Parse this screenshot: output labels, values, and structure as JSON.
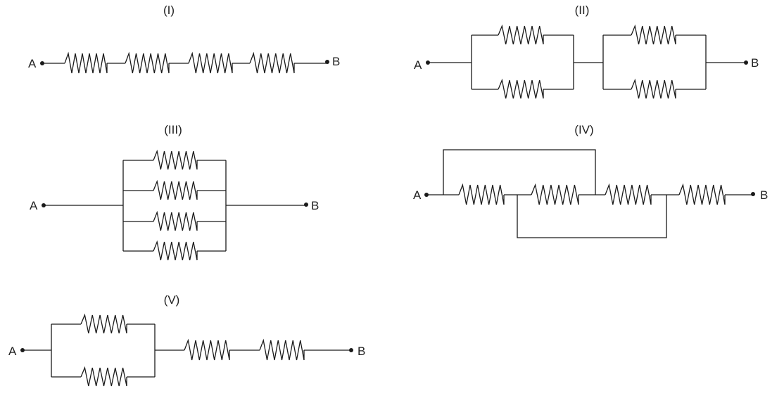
{
  "circuits": [
    {
      "id": "c1",
      "title": "(I)",
      "terminal_a": "A",
      "terminal_b": "B"
    },
    {
      "id": "c2",
      "title": "(II)",
      "terminal_a": "A",
      "terminal_b": "B"
    },
    {
      "id": "c3",
      "title": "(III)",
      "terminal_a": "A",
      "terminal_b": "B"
    },
    {
      "id": "c4",
      "title": "(IV)",
      "terminal_a": "A",
      "terminal_b": "B"
    },
    {
      "id": "c5",
      "title": "(V)",
      "terminal_a": "A",
      "terminal_b": "B"
    }
  ]
}
